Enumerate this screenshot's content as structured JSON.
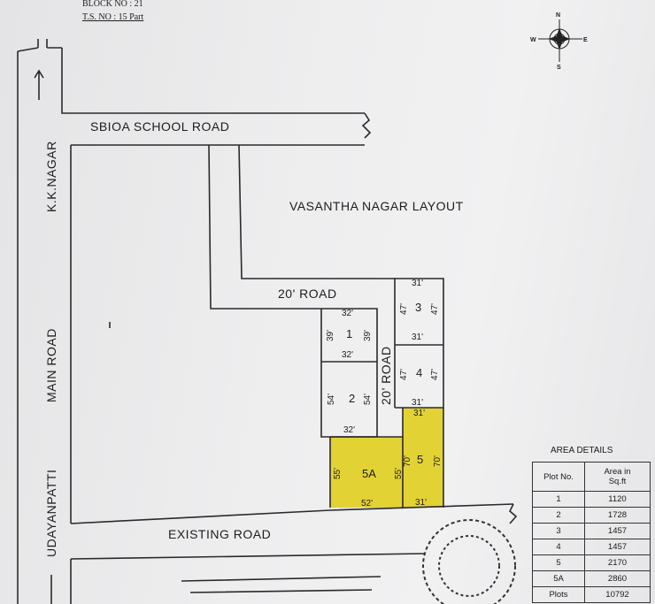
{
  "header": {
    "block": "BLOCK NO : 21",
    "ts": "T.S. NO : 15 Part"
  },
  "compass": {
    "n": "N",
    "s": "S",
    "e": "E",
    "w": "W"
  },
  "roads": {
    "school": "SBIOA SCHOOL ROAD",
    "layout": "VASANTHA NAGAR LAYOUT",
    "top20": "20' ROAD",
    "mid20": "20' ROAD",
    "existing": "EXISTING ROAD",
    "kknagar": "K.K.NAGAR",
    "main": "MAIN ROAD",
    "udayan": "UDAYANPATTI"
  },
  "plots": {
    "p1": {
      "label": "1",
      "top": "32'",
      "bottom": "32'",
      "left": "39'",
      "right": "39'"
    },
    "p2": {
      "label": "2",
      "bottom": "32'",
      "left": "54'",
      "right": "54'"
    },
    "p3": {
      "label": "3",
      "top": "31'",
      "bottom": "31'",
      "left": "47'",
      "right": "47'"
    },
    "p4": {
      "label": "4",
      "bottom": "31'",
      "left": "47'",
      "right": "47'"
    },
    "p5": {
      "label": "5",
      "top": "31'",
      "bottom": "31'",
      "left": "70'",
      "right": "70'"
    },
    "p5a": {
      "label": "5A",
      "bottom": "52'",
      "left": "55'",
      "right": "55'"
    }
  },
  "area": {
    "title": "AREA DETAILS",
    "head_plot": "Plot No.",
    "head_area_1": "Area in",
    "head_area_2": "Sq.ft",
    "rows": [
      {
        "plot": "1",
        "area": "1120"
      },
      {
        "plot": "2",
        "area": "1728"
      },
      {
        "plot": "3",
        "area": "1457"
      },
      {
        "plot": "4",
        "area": "1457"
      },
      {
        "plot": "5",
        "area": "2170"
      },
      {
        "plot": "5A",
        "area": "2860"
      },
      {
        "plot": "Plots",
        "area": "10792"
      }
    ]
  },
  "colors": {
    "highlight": "#e3d234",
    "ink": "#1d1d1f",
    "paper": "#ececed"
  }
}
